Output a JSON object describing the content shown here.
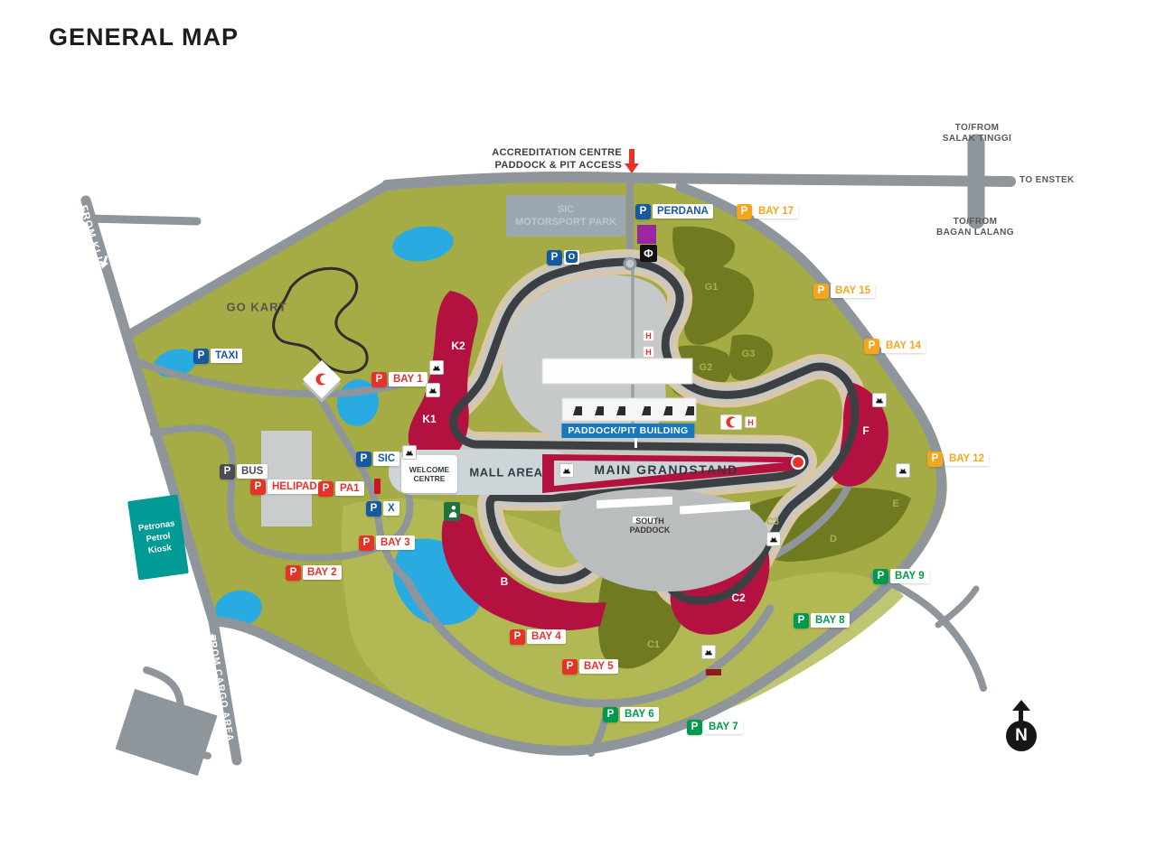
{
  "title": "GENERAL MAP",
  "icons": {
    "parking": "P",
    "north": "N",
    "heli": "H",
    "fuel": "Φ"
  },
  "colors": {
    "parking_blue": "#1559a3",
    "parking_red": "#e5332a",
    "parking_green": "#019a4c",
    "parking_orange": "#f2a71e",
    "grandstand": "#b31240",
    "field_green": "#a5ac46",
    "hill_green": "#6f7a21",
    "lake_blue": "#29abe2",
    "road_gray": "#8f969b",
    "petronas_teal": "#019a94",
    "paddock_label_blue": "#1878be"
  },
  "directions": {
    "accreditation_1": "ACCREDITATION CENTRE",
    "accreditation_2": "PADDOCK & PIT ACCESS",
    "salak_1": "TO/FROM",
    "salak_2": "SALAK TINGGI",
    "enstek": "TO ENSTEK",
    "bagan_1": "TO/FROM",
    "bagan_2": "BAGAN LALANG",
    "from_klia": "FROM KLIA",
    "from_cargo": "FROM CARGO AREA"
  },
  "facilities": {
    "sic_park_1": "SIC",
    "sic_park_2": "MOTORSPORT PARK",
    "go_kart": "GO KART",
    "welcome_1": "WELCOME",
    "welcome_2": "CENTRE",
    "mall": "MALL AREA",
    "paddock_pit": "PADDOCK/PIT BUILDING",
    "main_grandstand": "MAIN GRANDSTAND",
    "south_1": "SOUTH",
    "south_2": "PADDOCK",
    "petronas_1": "Petronas",
    "petronas_2": "Petrol",
    "petronas_3": "Kiosk"
  },
  "parking": {
    "taxi": "TAXI",
    "o": "O",
    "sic": "SIC",
    "x": "X",
    "perdana": "PERDANA",
    "bus": "BUS",
    "helipad": "HELIPAD",
    "pa1": "PA1",
    "bay1": "BAY 1",
    "bay2": "BAY 2",
    "bay3": "BAY 3",
    "bay4": "BAY 4",
    "bay5": "BAY 5",
    "bay6": "BAY 6",
    "bay7": "BAY 7",
    "bay8": "BAY 8",
    "bay9": "BAY 9",
    "bay12": "BAY 12",
    "bay14": "BAY 14",
    "bay15": "BAY 15",
    "bay17": "BAY 17"
  },
  "stands": {
    "k1": "K1",
    "k2": "K2",
    "b": "B",
    "f": "F",
    "c1": "C1",
    "c2": "C2",
    "c3": "C3",
    "d": "D",
    "e": "E",
    "g1": "G1",
    "g2": "G2",
    "g3": "G3"
  }
}
